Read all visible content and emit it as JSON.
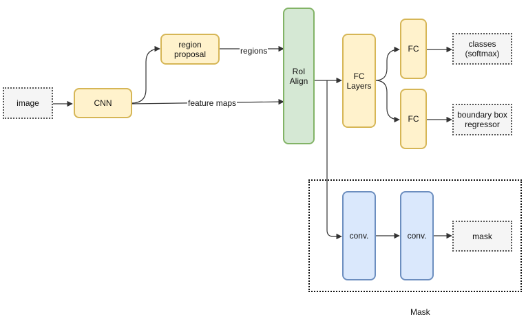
{
  "nodes": {
    "image": "image",
    "cnn": "CNN",
    "region_proposal": "region\nproposal",
    "roi_align": "RoI\nAlign",
    "fc_layers": "FC\nLayers",
    "fc_top": "FC",
    "fc_bottom": "FC",
    "classes": "classes\n(softmax)",
    "bbox_regressor": "boundary box\nregressor",
    "conv1": "conv.",
    "conv2": "conv.",
    "mask": "mask"
  },
  "edge_labels": {
    "regions": "regions",
    "feature_maps": "feature maps"
  },
  "mask_caption": "Mask",
  "colors": {
    "yellow_fill": "#fff2cc",
    "yellow_stroke": "#d6b656",
    "green_fill": "#d5e8d4",
    "green_stroke": "#82b366",
    "blue_fill": "#dae8fc",
    "blue_stroke": "#6c8ebf",
    "io_fill": "#f5f5f5"
  }
}
